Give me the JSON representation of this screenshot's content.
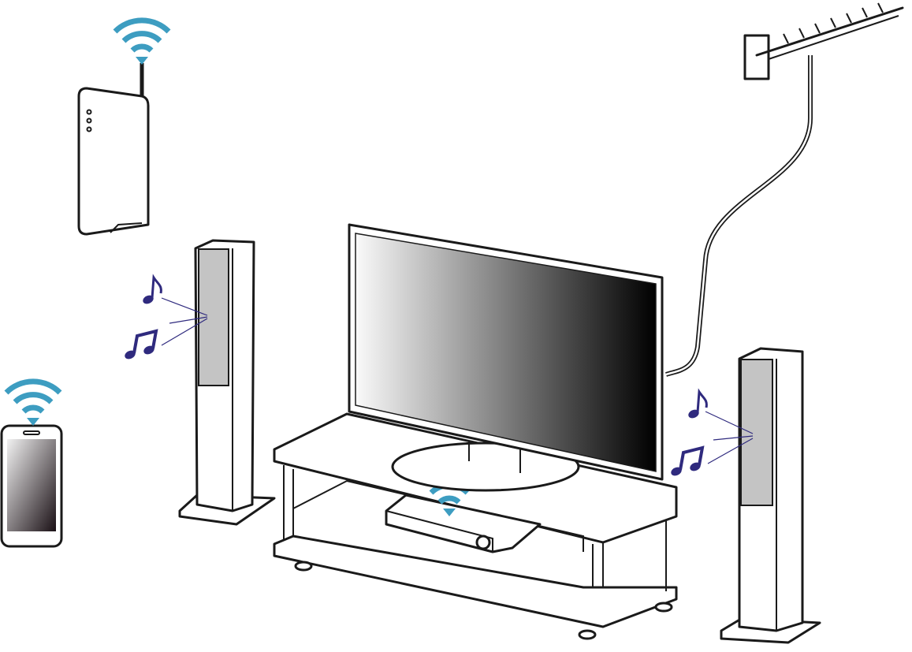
{
  "colors": {
    "wifi": "#3d9dc1",
    "music_note": "#2f2a7e",
    "speaker_grille": "#c4c4c4",
    "outline": "#1a1a1a"
  },
  "icons": [
    "wifi-icon",
    "music-note-icon",
    "beamed-notes-icon"
  ],
  "devices": [
    "router",
    "smartphone",
    "left-speaker",
    "right-speaker",
    "tv",
    "tv-cabinet",
    "av-receiver",
    "roof-antenna"
  ]
}
